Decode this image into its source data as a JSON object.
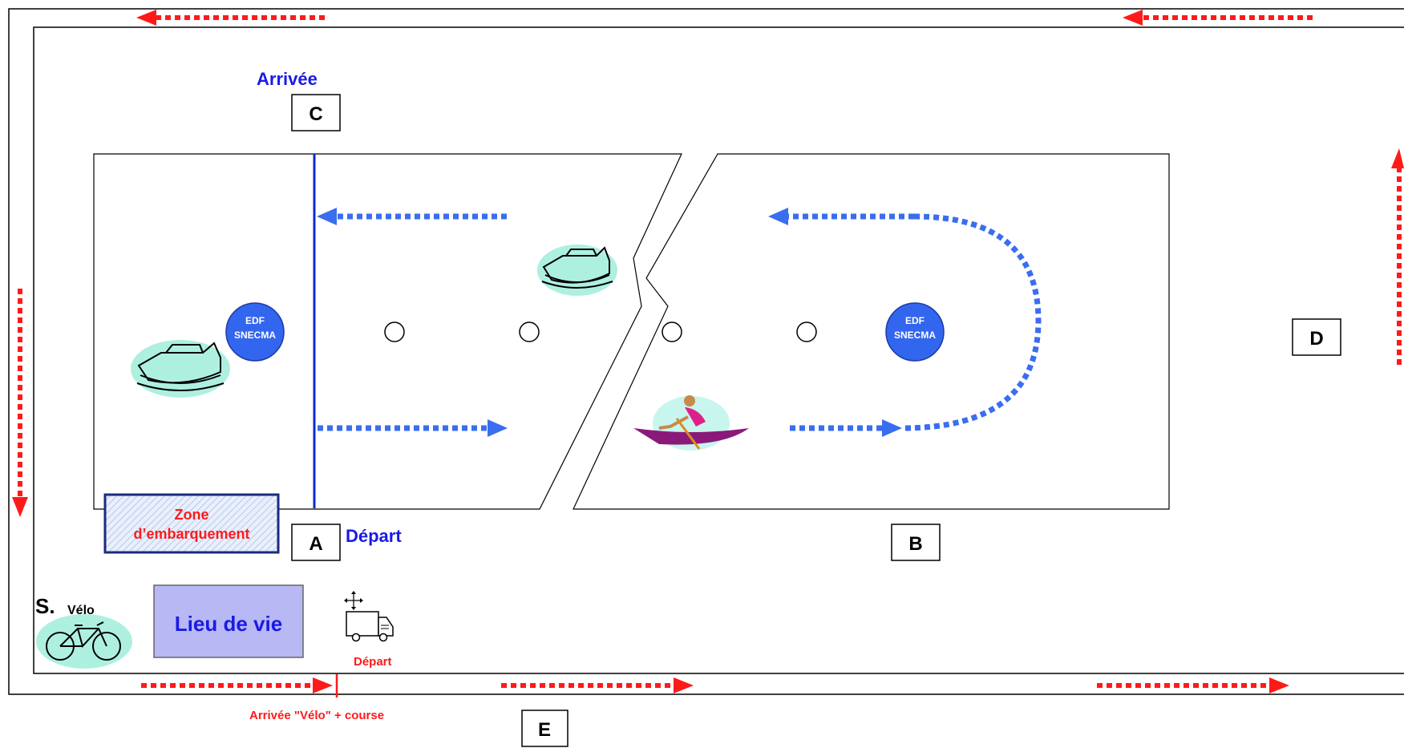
{
  "labels": {
    "arrivee": "Arrivée",
    "depart_blue": "Départ",
    "depart_red": "Départ",
    "arrivee_velo": "Arrivée \"Vélo\" + course",
    "zone_line1": "Zone",
    "zone_line2": "d’embarquement",
    "lieu_de_vie": "Lieu de vie",
    "s_velo_s": "S.",
    "s_velo_velo": "Vélo"
  },
  "points": {
    "A": "A",
    "B": "B",
    "C": "C",
    "D": "D",
    "E": "E"
  },
  "buoys": [
    {
      "line1": "EDF",
      "line2": "SNECMA"
    },
    {
      "line1": "EDF",
      "line2": "SNECMA"
    }
  ],
  "colors": {
    "blue_arrow": "#3a6ef0",
    "red_arrow": "#ff1a1a",
    "blue_text": "#1a1ae6",
    "red_text": "#ff1a1a",
    "buoy_fill": "#3366ee",
    "lieu_fill": "#b8b8f5",
    "zone_border": "#1a2a80",
    "highlight_blob": "#aef0e0"
  },
  "icons": [
    "boat-icon",
    "rower-icon",
    "bicycle-icon",
    "van-icon",
    "move-icon"
  ]
}
